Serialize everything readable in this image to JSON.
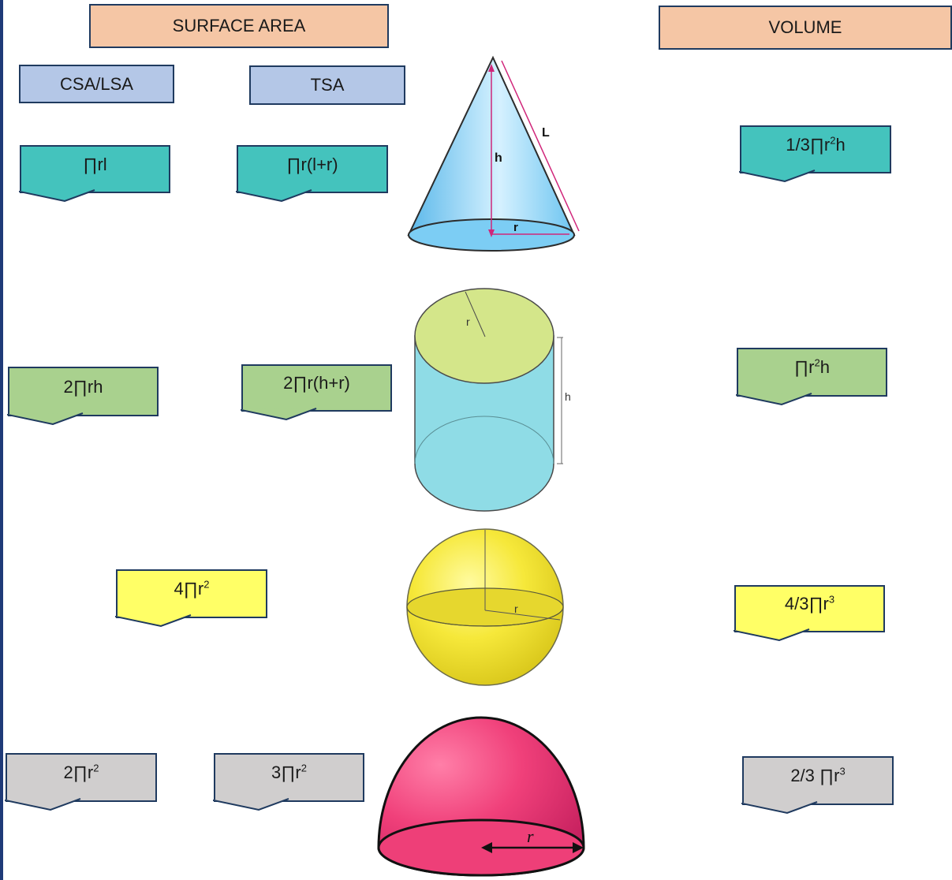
{
  "headers": {
    "surface_area": "SURFACE AREA",
    "volume": "VOLUME",
    "csa_lsa": "CSA/LSA",
    "tsa": "TSA"
  },
  "colors": {
    "header": "#f5c6a5",
    "subheader": "#b4c7e7",
    "cone_tag": "#44c3bd",
    "cylinder_tag": "#a9d18e",
    "sphere_tag": "#ffff66",
    "hemisphere_tag": "#d0cece"
  },
  "cone": {
    "csa": "∏rl",
    "tsa": "∏r(l+r)",
    "volume_pre": "1/3∏r",
    "volume_sup": "2",
    "volume_post": "h",
    "label_h": "h",
    "label_l": "L",
    "label_r": "r"
  },
  "cylinder": {
    "csa": "2∏rh",
    "tsa": "2∏r(h+r)",
    "volume_pre": "∏r",
    "volume_sup": "2",
    "volume_post": "h",
    "label_r": "r",
    "label_h": "h"
  },
  "sphere": {
    "sa_pre": "4∏r",
    "sa_sup": "2",
    "volume_pre": "4/3∏r",
    "volume_sup": "3",
    "label_r": "r"
  },
  "hemisphere": {
    "csa_pre": "2∏r",
    "csa_sup": "2",
    "tsa_pre": "3∏r",
    "tsa_sup": "2",
    "volume_pre": "2/3 ∏r",
    "volume_sup": "3",
    "label_r": "r"
  }
}
